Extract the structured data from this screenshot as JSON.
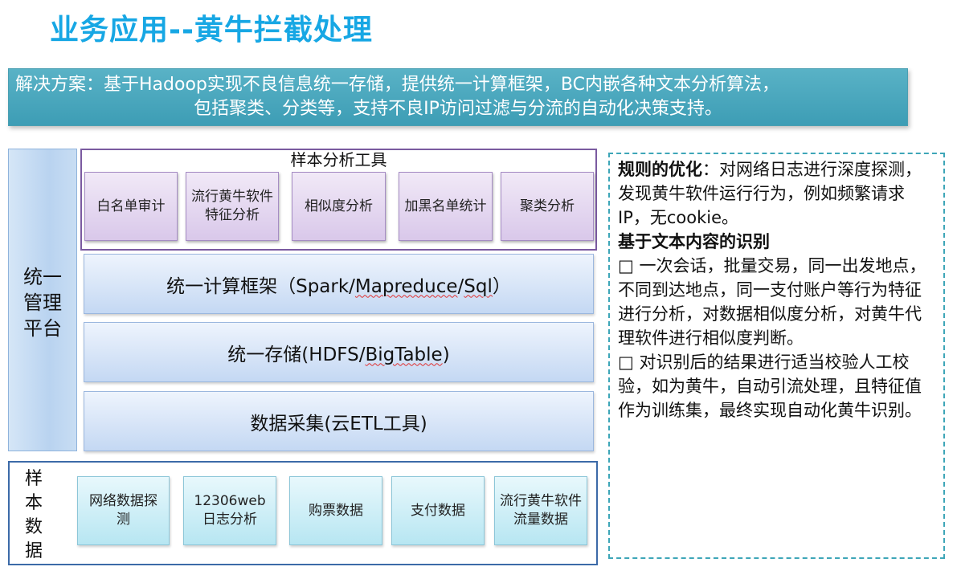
{
  "title": "业务应用--黄牛拦截处理",
  "banner": {
    "line1": "解决方案：基于Hadoop实现不良信息统一存储，提供统一计算框架，BC内嵌各种文本分析算法，",
    "line2": "包括聚类、分类等，支持不良IP访问过滤与分流的自动化决策支持。"
  },
  "management_platform": "统一\n管理\n平台",
  "analysis_tools": {
    "title": "样本分析工具",
    "items": [
      "白名单审计",
      "流行黄牛软件特征分析",
      "相似度分析",
      "加黑名单统计",
      "聚类分析"
    ]
  },
  "layers": {
    "compute_prefix": "统一计算框架（Spark/",
    "compute_squiggle1": "Mapreduce",
    "compute_mid": "/",
    "compute_squiggle2": "Sql",
    "compute_suffix": "）",
    "storage_prefix": "统一存储(HDFS/",
    "storage_squiggle": "BigTable",
    "storage_suffix": ")",
    "collection": "数据采集(云ETL工具)"
  },
  "sample_data": {
    "label": "样\n本\n数\n据",
    "items": [
      "网络数据探测",
      "12306web日志分析",
      "购票数据",
      "支付数据",
      "流行黄牛软件流量数据"
    ]
  },
  "right_panel": {
    "rule_heading": "规则的优化",
    "rule_text": "：对网络日志进行深度探测，发现黄牛软件运行行为，例如频繁请求IP，无cookie。",
    "text_heading": "基于文本内容的识别",
    "bullet_glyph": "□",
    "bullet1": " 一次会话，批量交易，同一出发地点，不同到达地点，同一支付账户等行为特征进行分析，对数据相似度分析，对黄牛代理软件进行相似度判断。",
    "bullet2": " 对识别后的结果进行适当校验人工校验，如为黄牛，自动引流处理，且特征值作为训练集，最终实现自动化黄牛识别。"
  },
  "colors": {
    "title": "#17a7e4",
    "banner": "#4aa8bd",
    "tools_frame": "#7a5aa0",
    "sample_frame": "#3c6aa8",
    "right_border": "#3ea6b8"
  }
}
